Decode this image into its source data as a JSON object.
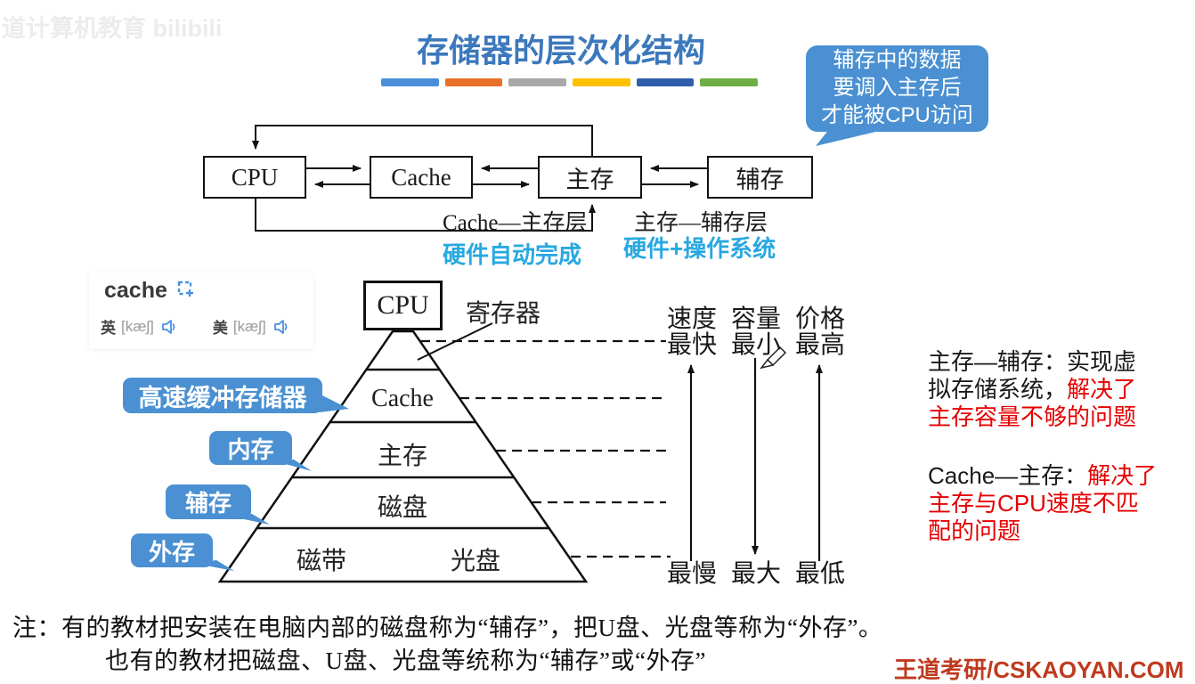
{
  "watermark": "道计算机教育 bilibili",
  "title": "存储器的层次化结构",
  "title_bars": [
    "#4a90d9",
    "#e8702a",
    "#a8a8a8",
    "#ffc000",
    "#2f5eab",
    "#6fae46"
  ],
  "callout_top_right": "辅存中的数据\n要调入主存后\n才能被CPU访问",
  "flow": {
    "boxes": [
      {
        "label": "CPU"
      },
      {
        "label": "Cache"
      },
      {
        "label": "主存"
      },
      {
        "label": "辅存"
      }
    ],
    "cache_main_layer": "Cache—主存层",
    "main_aux_layer": "主存—辅存层",
    "hw_auto": "硬件自动完成",
    "hw_os": "硬件+操作系统"
  },
  "popup": {
    "word": "cache",
    "uk_label": "英",
    "uk_phonetic": "[kæʃ]",
    "us_label": "美",
    "us_phonetic": "[kæʃ]",
    "icons": [
      "capture-icon",
      "speaker-icon",
      "speaker-icon"
    ]
  },
  "pyramid": {
    "cpu": "CPU",
    "register": "寄存器",
    "level_cache": "Cache",
    "level_main": "主存",
    "level_disk": "磁盘",
    "level_tape": "磁带",
    "level_optical": "光盘",
    "bubbles": [
      "高速缓冲存储器",
      "内存",
      "辅存",
      "外存"
    ]
  },
  "metrics": {
    "headers": [
      "速度",
      "容量",
      "价格"
    ],
    "top": [
      "最快",
      "最小",
      "最高"
    ],
    "bottom": [
      "最慢",
      "最大",
      "最低"
    ],
    "arrow_directions": [
      "up",
      "down",
      "up"
    ]
  },
  "notes_right": {
    "p1_black": "主存—辅存：实现虚\n拟存储系统，",
    "p1_red": "解决了\n主存容量不够的问题",
    "p2_black": "Cache—主存：",
    "p2_red": "解决了\n主存与CPU速度不匹\n配的问题"
  },
  "footnote": {
    "line1": "注：有的教材把安装在电脑内部的磁盘称为“辅存”，把U盘、光盘等称为“外存”。",
    "line2": "也有的教材把磁盘、U盘、光盘等统称为“辅存”或“外存”"
  },
  "brand": "王道考研/CSKAOYAN.COM",
  "colors": {
    "title_blue": "#3c78bc",
    "cyan": "#29a8e0",
    "bubble_blue": "#4a90d2",
    "red": "#e60000",
    "brand_red": "#bf3a1e"
  }
}
